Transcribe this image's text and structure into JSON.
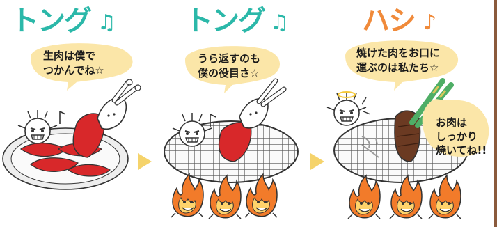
{
  "colors": {
    "tong_title": "#2bb8a9",
    "hashi_title": "#f08a3a",
    "music_note": "#2bb8a9",
    "hashi_note": "#f08a3a",
    "bubble": "#fbe6a8",
    "arrow": "#f5d36b",
    "meat": "#d8282a",
    "fire": "#f27b2a"
  },
  "panels": [
    {
      "title": "トング",
      "note": "♫",
      "bubble_lines": [
        "生肉は僕で",
        "つかんでね☆"
      ]
    },
    {
      "title": "トング",
      "note": "♫",
      "bubble_lines": [
        "うら返すのも",
        "僕の役目さ☆"
      ]
    },
    {
      "title": "ハシ",
      "note": "♪",
      "bubble_lines": [
        "焼けた肉をお口に",
        "運ぶのは私たち☆"
      ],
      "bubble2_lines": [
        "お肉は",
        "しっかり",
        "焼いてね!!"
      ]
    }
  ],
  "icons": {
    "arrow1": "yellow-triangle-arrow-icon",
    "arrow2": "yellow-triangle-arrow-icon"
  }
}
